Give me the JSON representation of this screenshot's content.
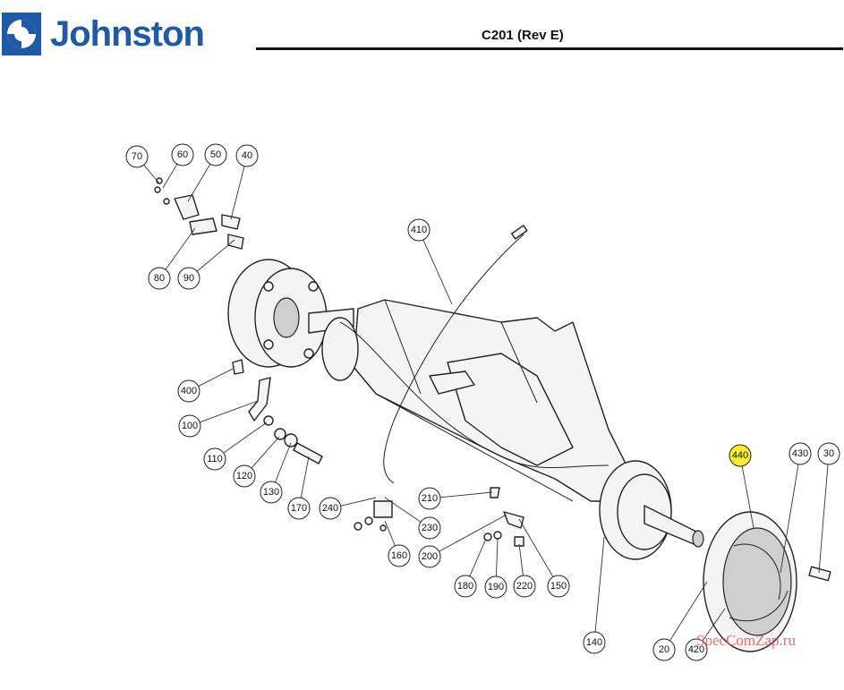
{
  "header": {
    "brand": "Johnston",
    "doc_title": "C201 (Rev E)"
  },
  "watermark": "SpecComZap.ru",
  "colors": {
    "brand_blue": "#1f5aa6",
    "highlight": "#f4f02a"
  },
  "callouts": [
    {
      "label": "70"
    },
    {
      "label": "60"
    },
    {
      "label": "50"
    },
    {
      "label": "40"
    },
    {
      "label": "80"
    },
    {
      "label": "90"
    },
    {
      "label": "410"
    },
    {
      "label": "400"
    },
    {
      "label": "100"
    },
    {
      "label": "110"
    },
    {
      "label": "120"
    },
    {
      "label": "130"
    },
    {
      "label": "170"
    },
    {
      "label": "240"
    },
    {
      "label": "230"
    },
    {
      "label": "210"
    },
    {
      "label": "160"
    },
    {
      "label": "200"
    },
    {
      "label": "180"
    },
    {
      "label": "190"
    },
    {
      "label": "220"
    },
    {
      "label": "150"
    },
    {
      "label": "140"
    },
    {
      "label": "440",
      "highlighted": true
    },
    {
      "label": "430"
    },
    {
      "label": "30"
    },
    {
      "label": "20"
    },
    {
      "label": "420"
    }
  ]
}
